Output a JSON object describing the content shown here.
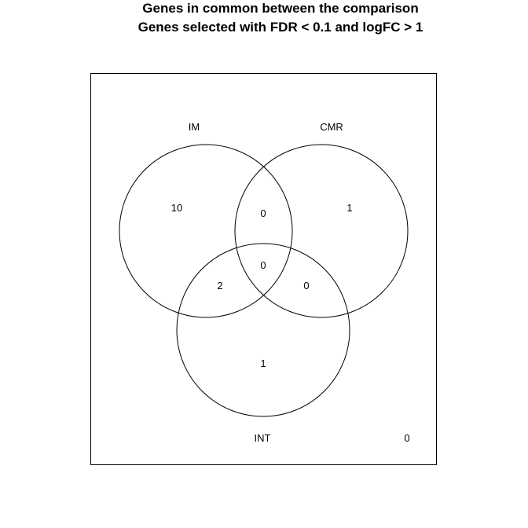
{
  "title": "Genes in common between the comparison",
  "subtitle": "Genes selected with FDR < 0.1 and logFC > 1",
  "sets": [
    {
      "name": "IM"
    },
    {
      "name": "CMR"
    },
    {
      "name": "INT"
    }
  ],
  "regions": {
    "im_only": "10",
    "cmr_only": "1",
    "int_only": "1",
    "im_cmr": "0",
    "im_int": "2",
    "cmr_int": "0",
    "all_three": "0",
    "outside": "0"
  }
}
